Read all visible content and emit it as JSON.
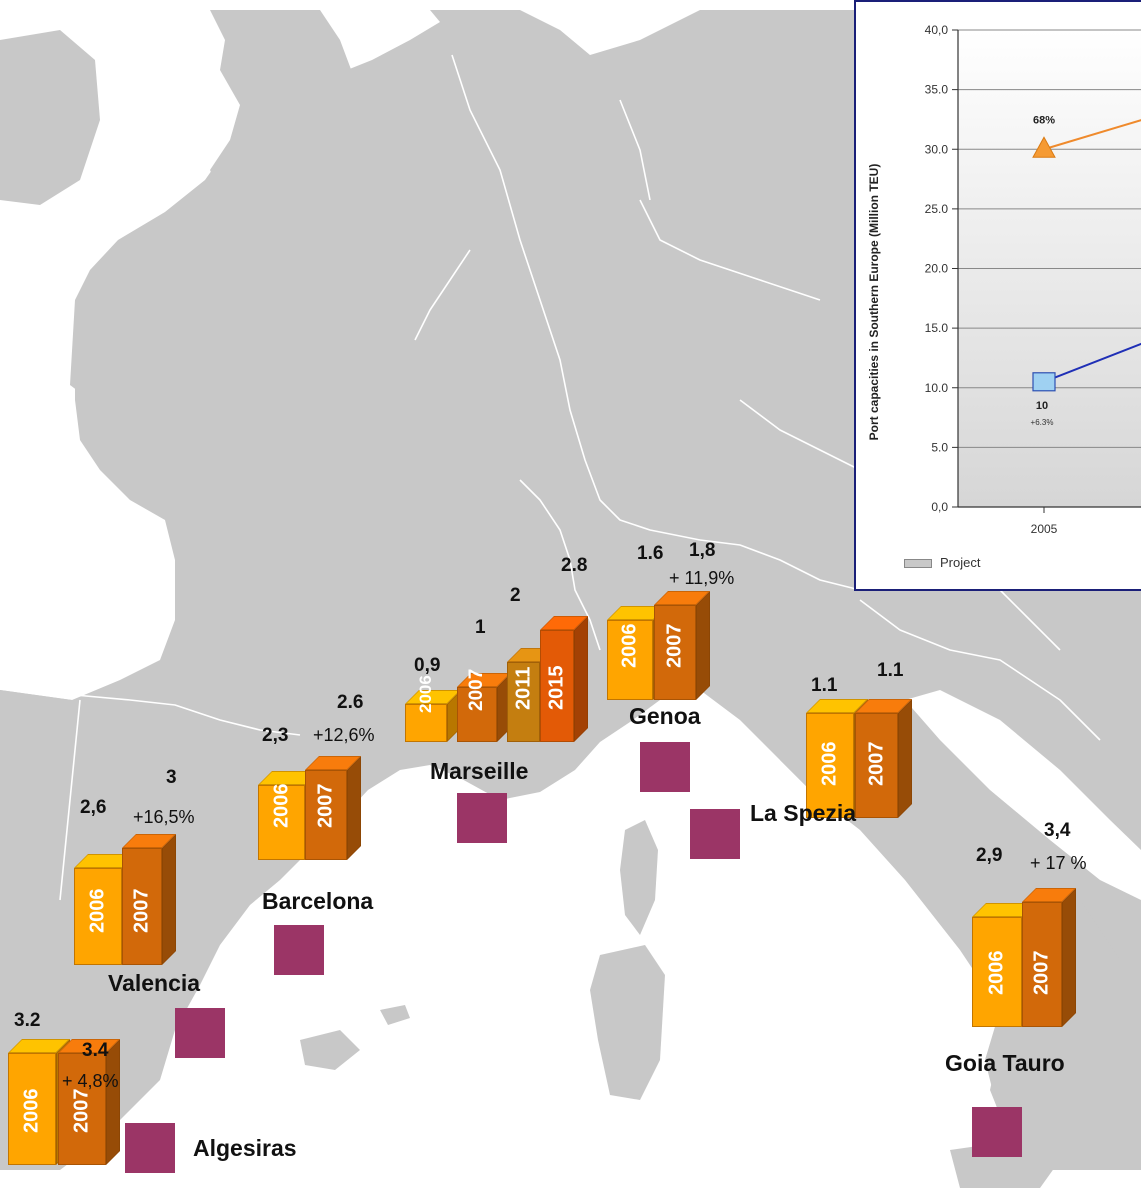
{
  "colors": {
    "land": "#c8c8c8",
    "sea": "#ffffff",
    "border": "#ffffff",
    "marker": "#9b3566",
    "bar_2006": "#ffa500",
    "bar_2007": "#d2690a",
    "bar_2011": "#c47e10",
    "bar_2015": "#e35a06",
    "inset_frame": "#1a1f78",
    "series_orange": "#ef8a2c",
    "series_blue": "#1f2fb6"
  },
  "ports": [
    {
      "name": "Algesiras",
      "bars": [
        {
          "year": "2006",
          "value": "3.2"
        },
        {
          "year": "2007",
          "value": "3.4"
        }
      ],
      "change": "+ 4,8%"
    },
    {
      "name": "Valencia",
      "bars": [
        {
          "year": "2006",
          "value": "2,6"
        },
        {
          "year": "2007",
          "value": "3"
        }
      ],
      "change": "+16,5%"
    },
    {
      "name": "Barcelona",
      "bars": [
        {
          "year": "2006",
          "value": "2,3"
        },
        {
          "year": "2007",
          "value": "2.6"
        }
      ],
      "change": "+12,6%"
    },
    {
      "name": "Marseille",
      "bars": [
        {
          "year": "2006",
          "value": "0,9"
        },
        {
          "year": "2007",
          "value": "1"
        },
        {
          "year": "2011",
          "value": "2"
        },
        {
          "year": "2015",
          "value": "2.8"
        }
      ],
      "change": ""
    },
    {
      "name": "Genoa",
      "bars": [
        {
          "year": "2006",
          "value": "1.6"
        },
        {
          "year": "2007",
          "value": "1,8"
        }
      ],
      "change": "+ 11,9%"
    },
    {
      "name": "La Spezia",
      "bars": [
        {
          "year": "2006",
          "value": "1.1"
        },
        {
          "year": "2007",
          "value": "1.1"
        }
      ],
      "change": ""
    },
    {
      "name": "Goia Tauro",
      "bars": [
        {
          "year": "2006",
          "value": "2,9"
        },
        {
          "year": "2007",
          "value": "3,4"
        }
      ],
      "change": "+ 17 %"
    }
  ],
  "chart_data": {
    "type": "line",
    "ylabel": "Port capacities in Southern Europe (Million TEU)",
    "ylim": [
      0,
      40
    ],
    "yticks": [
      "0,0",
      "5.0",
      "10.0",
      "15.0",
      "20.0",
      "25.0",
      "30.0",
      "35.0",
      "40,0"
    ],
    "x": [
      "2005"
    ],
    "series": [
      {
        "name": "",
        "color": "orange",
        "values": [
          30
        ],
        "label": "68%"
      },
      {
        "name": "",
        "color": "blue",
        "values": [
          10.5
        ],
        "label": "10",
        "sublabel": "+6.3%"
      }
    ],
    "legend": [
      "Project"
    ]
  }
}
